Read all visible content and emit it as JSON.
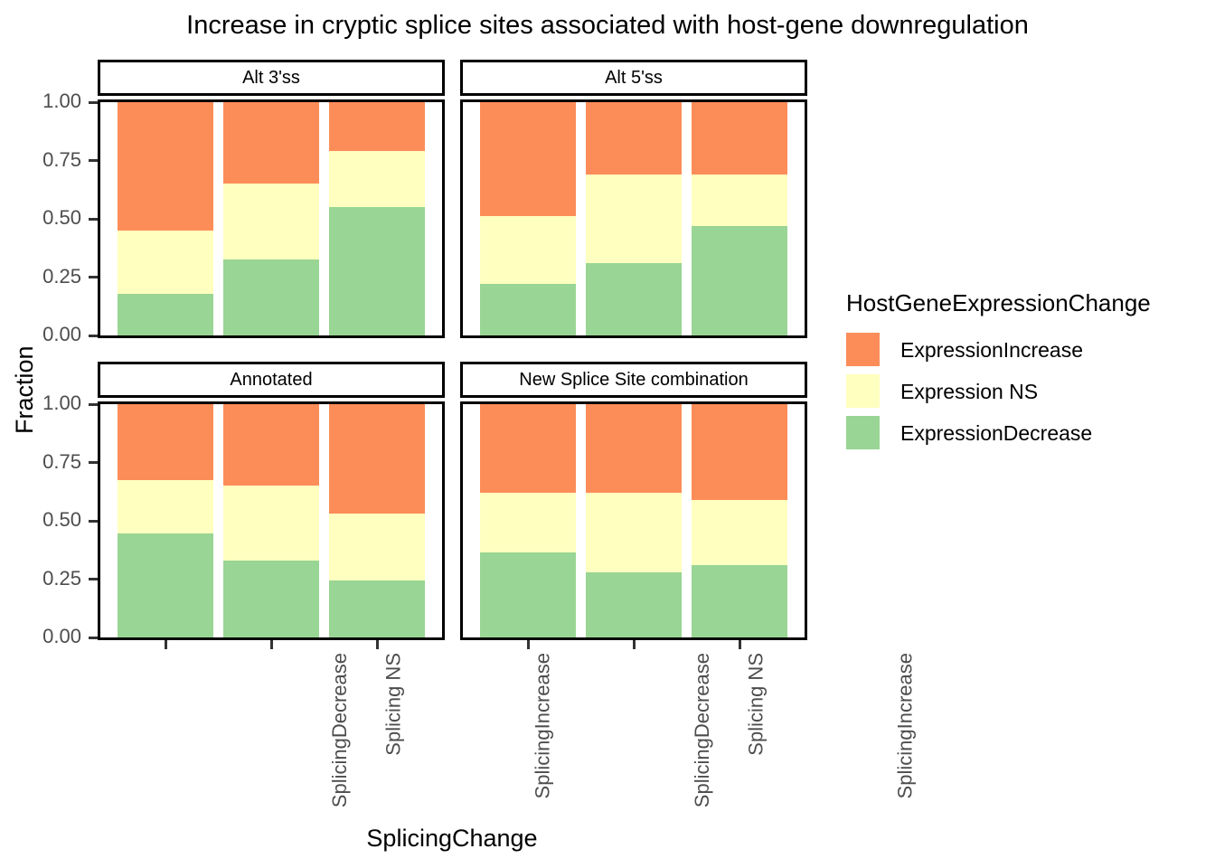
{
  "chart_data": {
    "type": "bar",
    "subtype": "stacked-proportional-faceted",
    "title": "Increase in cryptic splice sites associated with host-gene downregulation",
    "xlabel": "SplicingChange",
    "ylabel": "Fraction",
    "ylim": [
      0,
      1
    ],
    "yticks": [
      "0.00",
      "0.25",
      "0.50",
      "0.75",
      "1.00"
    ],
    "ytick_values": [
      0,
      0.25,
      0.5,
      0.75,
      1
    ],
    "grid": false,
    "legend_position": "right",
    "legend_title": "HostGeneExpressionChange",
    "categories": [
      "SplicingDecrease",
      "Splicing NS",
      "SplicingIncrease"
    ],
    "series": [
      {
        "name": "ExpressionIncrease",
        "color": "#FC8D59"
      },
      {
        "name": "Expression NS",
        "color": "#FFFFBF"
      },
      {
        "name": "ExpressionDecrease",
        "color": "#99D594"
      }
    ],
    "facets": [
      {
        "label": "Alt 3'ss",
        "row": 0,
        "col": 0,
        "bars": [
          {
            "category": "SplicingDecrease",
            "ExpressionDecrease": 0.18,
            "Expression NS": 0.27,
            "ExpressionIncrease": 0.55
          },
          {
            "category": "Splicing NS",
            "ExpressionDecrease": 0.325,
            "Expression NS": 0.325,
            "ExpressionIncrease": 0.35
          },
          {
            "category": "SplicingIncrease",
            "ExpressionDecrease": 0.55,
            "Expression NS": 0.24,
            "ExpressionIncrease": 0.21
          }
        ]
      },
      {
        "label": "Alt 5'ss",
        "row": 0,
        "col": 1,
        "bars": [
          {
            "category": "SplicingDecrease",
            "ExpressionDecrease": 0.22,
            "Expression NS": 0.29,
            "ExpressionIncrease": 0.49
          },
          {
            "category": "Splicing NS",
            "ExpressionDecrease": 0.31,
            "Expression NS": 0.38,
            "ExpressionIncrease": 0.31
          },
          {
            "category": "SplicingIncrease",
            "ExpressionDecrease": 0.47,
            "Expression NS": 0.22,
            "ExpressionIncrease": 0.31
          }
        ]
      },
      {
        "label": "Annotated",
        "row": 1,
        "col": 0,
        "bars": [
          {
            "category": "SplicingDecrease",
            "ExpressionDecrease": 0.445,
            "Expression NS": 0.23,
            "ExpressionIncrease": 0.325
          },
          {
            "category": "Splicing NS",
            "ExpressionDecrease": 0.33,
            "Expression NS": 0.32,
            "ExpressionIncrease": 0.35
          },
          {
            "category": "SplicingIncrease",
            "ExpressionDecrease": 0.245,
            "Expression NS": 0.285,
            "ExpressionIncrease": 0.47
          }
        ]
      },
      {
        "label": "New Splice Site combination",
        "row": 1,
        "col": 1,
        "bars": [
          {
            "category": "SplicingDecrease",
            "ExpressionDecrease": 0.365,
            "Expression NS": 0.255,
            "ExpressionIncrease": 0.38
          },
          {
            "category": "Splicing NS",
            "ExpressionDecrease": 0.28,
            "Expression NS": 0.34,
            "ExpressionIncrease": 0.38
          },
          {
            "category": "SplicingIncrease",
            "ExpressionDecrease": 0.31,
            "Expression NS": 0.28,
            "ExpressionIncrease": 0.41
          }
        ]
      }
    ]
  },
  "legend": {
    "title": "HostGeneExpressionChange",
    "items": [
      {
        "label": "ExpressionIncrease",
        "color": "#FC8D59"
      },
      {
        "label": "Expression NS",
        "color": "#FFFFBF"
      },
      {
        "label": "ExpressionDecrease",
        "color": "#99D594"
      }
    ]
  },
  "axes": {
    "y_title": "Fraction",
    "x_title": "SplicingChange",
    "y_tick_labels": [
      "1.00",
      "0.75",
      "0.50",
      "0.25",
      "0.00"
    ],
    "x_tick_labels": [
      "SplicingDecrease",
      "Splicing NS",
      "SplicingIncrease"
    ]
  },
  "colors": {
    "expression_increase": "#FC8D59",
    "expression_ns": "#FFFFBF",
    "expression_decrease": "#99D594",
    "axis_text": "#4d4d4d",
    "panel_border": "#000000",
    "background": "#ffffff"
  }
}
